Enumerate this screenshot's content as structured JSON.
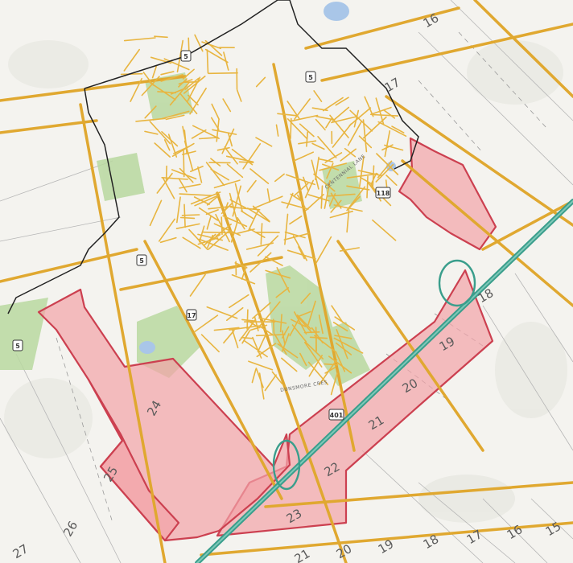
{
  "map": {
    "colors": {
      "background": "#f4f3ef",
      "road": "#e0a830",
      "street": "#e8b540",
      "highway": "#3a9e8c",
      "boundary": "#222222",
      "zone_fill": "#f2a3a8",
      "zone_stroke": "#cc4050",
      "park": "#b9d8a0",
      "water": "#a9c6e8",
      "field_line": "#aaaaaa"
    },
    "lot_labels": [
      "16",
      "17",
      "18",
      "19",
      "20",
      "21",
      "22",
      "23",
      "24",
      "25",
      "26",
      "27",
      "21",
      "20",
      "19",
      "18",
      "17",
      "16",
      "15"
    ],
    "shields": [
      "5",
      "5",
      "118",
      "5",
      "17",
      "5",
      "401"
    ],
    "street_names": [
      "CENTENNIAL LANE",
      "DUNSMORE CRES"
    ]
  }
}
